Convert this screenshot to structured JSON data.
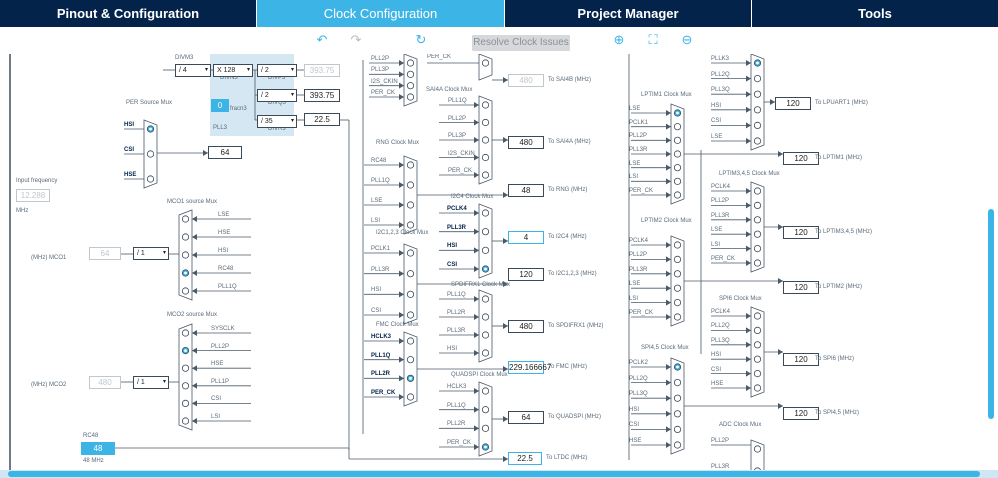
{
  "tabs": [
    {
      "label": "Pinout & Configuration"
    },
    {
      "label": "Clock Configuration"
    },
    {
      "label": "Project Manager"
    },
    {
      "label": "Tools"
    }
  ],
  "toolbar": {
    "resolve_label": "Resolve Clock Issues"
  },
  "colors": {
    "accent": "#3cb4e6",
    "header": "#03234b"
  },
  "pll3": {
    "divm3_title": "DIVM3",
    "divm3_value": "/ 4",
    "divn3_title": "DIVN3",
    "divn3_value": "X 128",
    "divp3_title": "DIVP3",
    "divp3_value": "/ 2",
    "divp3_out": "393.75",
    "divq3_title": "DIVQ3",
    "divq3_value": "/ 2",
    "divq3_out": "393.75",
    "divr3_title": "DIVR3",
    "divr3_value": "/ 35",
    "divr3_out": "22.5",
    "frac_value": "0",
    "frac_label": "fracn3",
    "pll_label": "PLL3"
  },
  "per_mux": {
    "title": "PER Source Mux",
    "inputs": [
      "HSI",
      "CSI",
      "HSE"
    ],
    "output": "64"
  },
  "input_freq": {
    "label": "Input frequency",
    "value": "12.288",
    "unit": "MHz"
  },
  "mco1": {
    "title": "MCO1 source Mux",
    "inputs": [
      "LSE",
      "HSE",
      "HSI",
      "RC48",
      "PLL1Q"
    ],
    "div": "/ 1",
    "out": "64",
    "label": "(MHz) MCO1"
  },
  "mco2": {
    "title": "MCO2 source Mux",
    "inputs": [
      "SYSCLK",
      "PLL2P",
      "HSE",
      "PLL1P",
      "CSI",
      "LSI"
    ],
    "div": "/ 1",
    "out": "480",
    "label": "(MHz) MCO2"
  },
  "rc48": {
    "label": "RC48",
    "value": "48",
    "unit": "48 MHz"
  },
  "mid_top": {
    "inputs": [
      "PLL2P",
      "PLL3P",
      "I2S_CKIN",
      "PER_CK"
    ]
  },
  "sai4a": {
    "title": "SAI4A Clock Mux",
    "inputs": [
      "PLL1Q",
      "PLL2P",
      "PLL3P",
      "I2S_CKIN",
      "PER_CK"
    ],
    "out": "480",
    "to": "To SAI4A (MHz)"
  },
  "sai4b": {
    "per_ck": "PER_CK",
    "out": "480",
    "to": "To SAI4B (MHz)"
  },
  "rng": {
    "title": "RNG Clock Mux",
    "inputs": [
      "RC48",
      "PLL1Q",
      "LSE",
      "LSI"
    ],
    "out": "48",
    "to": "To RNG (MHz)"
  },
  "i2c4": {
    "title": "I2C4 Clock Mux",
    "inputs": [
      "PCLK4",
      "PLL3R",
      "HSI",
      "CSI"
    ],
    "out": "4",
    "to": "To I2C4 (MHz)"
  },
  "i2c123": {
    "title": "I2C1,2,3 Clock Mux",
    "inputs": [
      "PCLK1",
      "PLL3R",
      "HSI",
      "CSI"
    ],
    "out": "120",
    "to": "To I2C1,2,3 (MHz)"
  },
  "spdif": {
    "title": "SPDIFRX1 Clock Mux",
    "inputs": [
      "PLL1Q",
      "PLL2R",
      "PLL3R",
      "HSI"
    ],
    "out": "480",
    "to": "To SPDIFRX1 (MHz)"
  },
  "fmc": {
    "title": "FMC Clock Mux",
    "inputs": [
      "HCLK3",
      "PLL1Q",
      "PLL2R",
      "PER_CK"
    ],
    "out": "229.166667",
    "to": "To FMC (MHz)"
  },
  "quadspi": {
    "title": "QUADSPI Clock Mux",
    "inputs": [
      "HCLK3",
      "PLL1Q",
      "PLL2R",
      "PER_CK"
    ],
    "out": "64",
    "to": "To QUADSPI (MHz)"
  },
  "ltdc": {
    "out": "22.5",
    "to": "To LTDC (MHz)"
  },
  "lpuart": {
    "inputs": [
      "PLLK3",
      "PLL2Q",
      "PLL3Q",
      "HSI",
      "CSI",
      "LSE"
    ],
    "out": "120",
    "to": "To LPUART1 (MHz)"
  },
  "lptim1": {
    "title": "LPTIM1 Clock Mux",
    "inputs": [
      "LSE",
      "PCLK1",
      "PLL2P",
      "PLL3R",
      "LSE",
      "LSI",
      "PER_CK"
    ],
    "out": "120",
    "to": "To LPTIM1 (MHz)"
  },
  "lptim345": {
    "title": "LPTIM3,4,5 Clock Mux",
    "inputs": [
      "PCLK4",
      "PLL2P",
      "PLL3R",
      "LSE",
      "LSI",
      "PER_CK"
    ],
    "out": "120",
    "to": "To LPTIM3,4,5 (MHz)"
  },
  "lptim2": {
    "title": "LPTIM2 Clock Mux",
    "inputs": [
      "PCLK4",
      "PLL2P",
      "PLL3R",
      "LSE",
      "LSI",
      "PER_CK"
    ],
    "out": "120",
    "to": "To LPTIM2 (MHz)"
  },
  "spi6": {
    "title": "SPI6 Clock Mux",
    "inputs": [
      "PCLK4",
      "PLL2Q",
      "PLL3Q",
      "HSI",
      "CSI",
      "HSE"
    ],
    "out": "120",
    "to": "To SPI6 (MHz)"
  },
  "spi45": {
    "title": "SPI4,5 Clock Mux",
    "inputs": [
      "PCLK2",
      "PLL2Q",
      "PLL3Q",
      "HSI",
      "CSI",
      "HSE"
    ],
    "out": "120",
    "to": "To SPI4,5 (MHz)"
  },
  "adc": {
    "title": "ADC Clock Mux",
    "inputs": [
      "PLL2P",
      "PLL3R"
    ]
  }
}
